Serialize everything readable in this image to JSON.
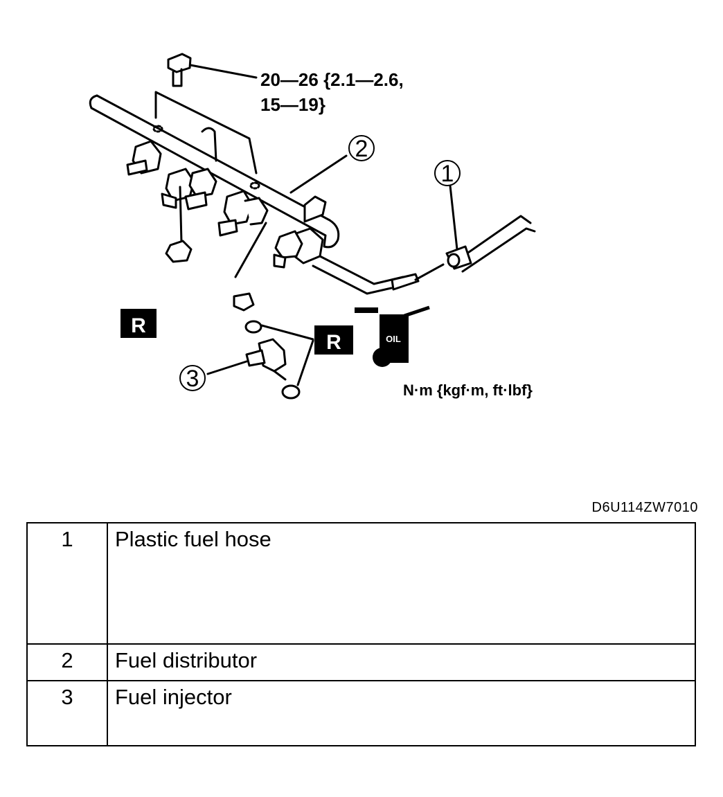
{
  "diagram": {
    "torque_spec_line1": "20—26 {2.1—2.6,",
    "torque_spec_line2": "15—19}",
    "torque_units": "N·m {kgf·m, ft·lbf}",
    "callouts": [
      "1",
      "2",
      "3"
    ],
    "replace_badge": "R",
    "oil_can_label": "OIL"
  },
  "figure_code": "D6U114ZW7010",
  "parts_table": {
    "rows": [
      {
        "number": "1",
        "name": "Plastic fuel hose"
      },
      {
        "number": "2",
        "name": "Fuel distributor"
      },
      {
        "number": "3",
        "name": "Fuel injector"
      }
    ]
  }
}
